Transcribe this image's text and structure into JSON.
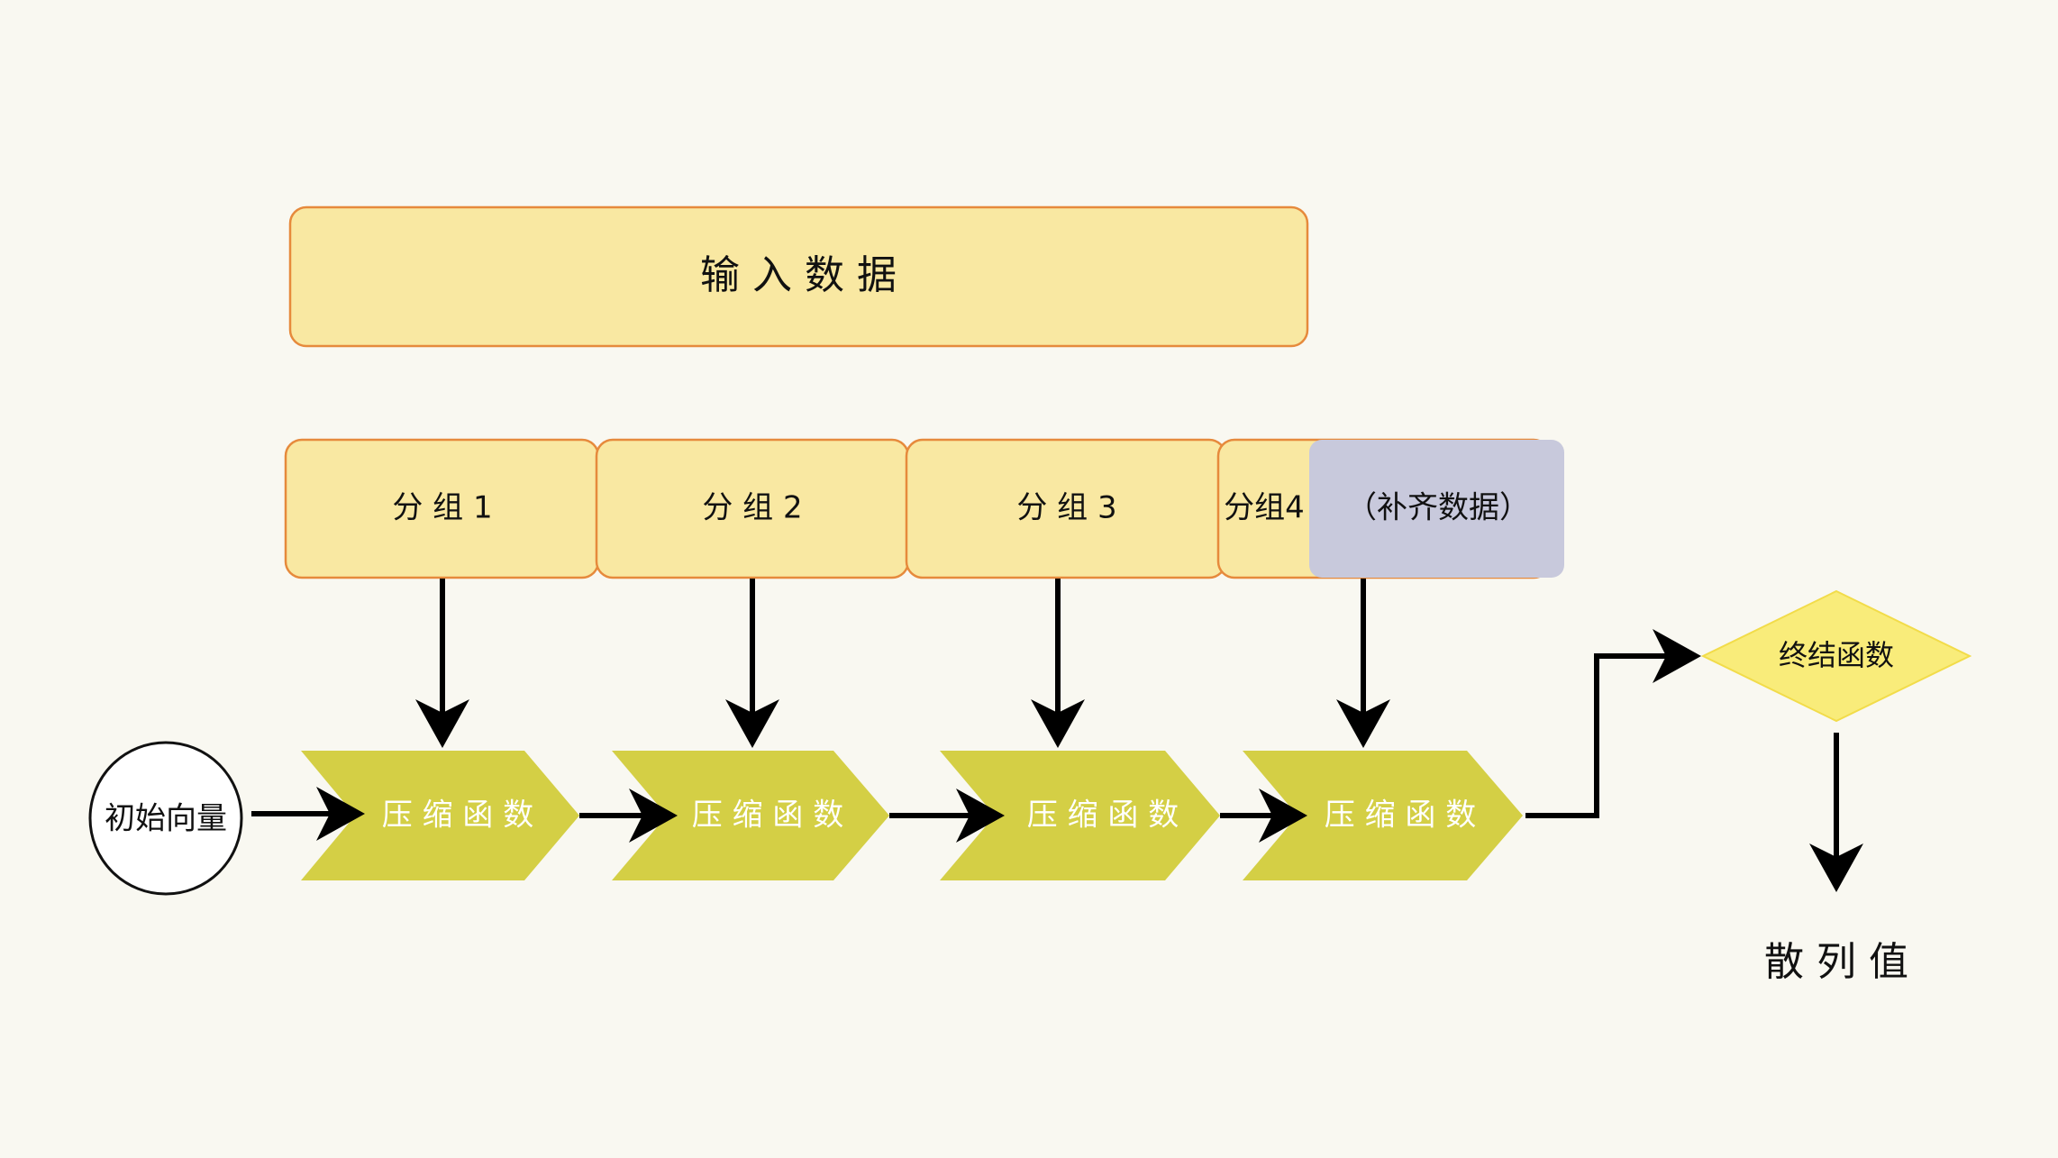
{
  "title_box": {
    "label": "输 入 数 据"
  },
  "groups": [
    {
      "label": "分 组 1"
    },
    {
      "label": "分 组 2"
    },
    {
      "label": "分 组 3"
    },
    {
      "label": "分组4"
    }
  ],
  "padding_box": {
    "label": "（补齐数据）"
  },
  "initial_vector": {
    "label": "初始向量"
  },
  "compress_steps": [
    {
      "label": "压 缩 函 数"
    },
    {
      "label": "压 缩 函 数"
    },
    {
      "label": "压 缩 函 数"
    },
    {
      "label": "压 缩 函 数"
    }
  ],
  "final_function": {
    "label": "终结函数"
  },
  "output": {
    "label": "散 列 值"
  },
  "colors": {
    "background": "#f9f8f1",
    "box_fill": "#f9e8a2",
    "box_stroke": "#e68a3c",
    "padding_fill": "#c8c9dc",
    "chevron_fill": "#d4cf45",
    "diamond_fill": "#f9ec7a",
    "diamond_stroke": "#f2dc4a",
    "arrow": "#000000"
  }
}
